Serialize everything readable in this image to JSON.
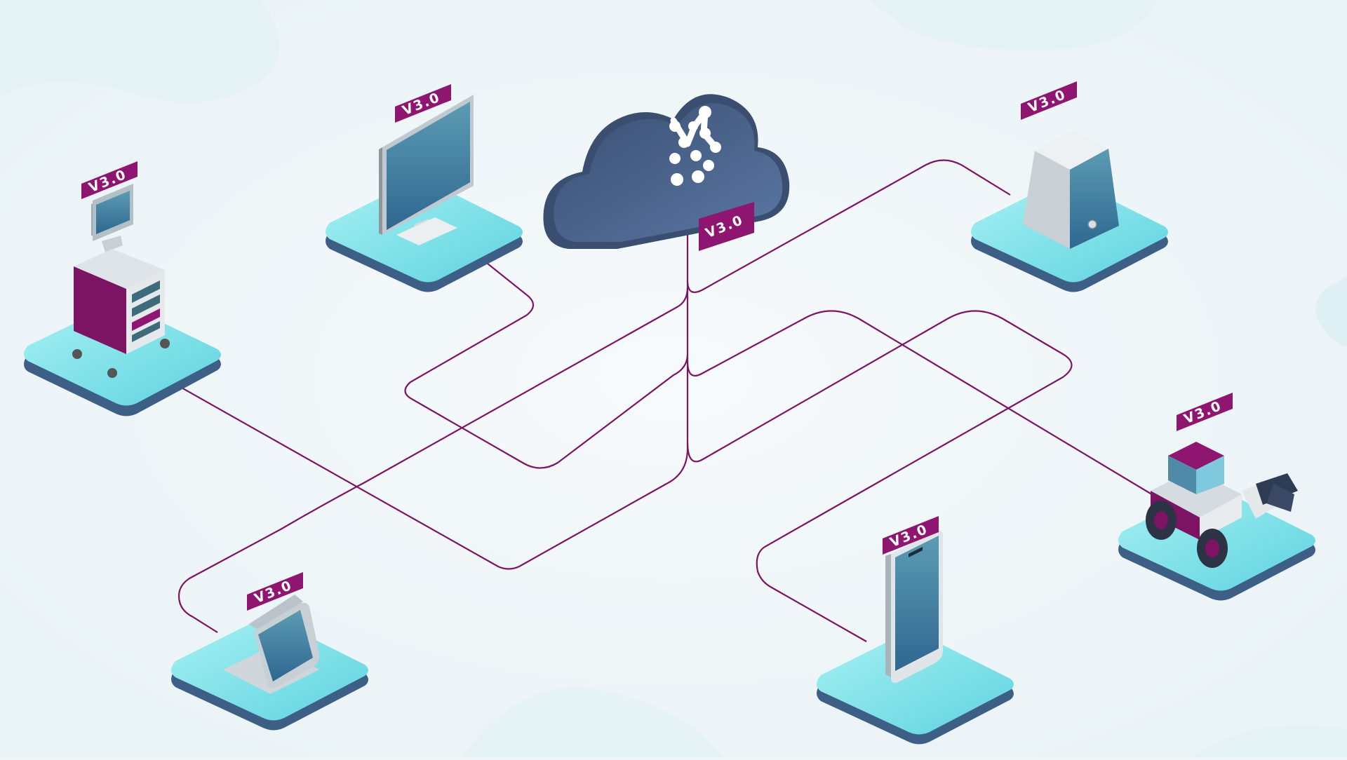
{
  "diagram": {
    "hub": {
      "name": "cloud",
      "logo_icon": "network-dots-logo-icon",
      "version": "V3.0"
    },
    "devices": [
      {
        "name": "medical-cart",
        "icon": "medical-cart-icon",
        "version": "V3.0"
      },
      {
        "name": "monitor",
        "icon": "monitor-icon",
        "version": "V3.0"
      },
      {
        "name": "server",
        "icon": "server-icon",
        "version": "V3.0"
      },
      {
        "name": "tractor",
        "icon": "tractor-icon",
        "version": "V3.0"
      },
      {
        "name": "smartphone",
        "icon": "smartphone-icon",
        "version": "V3.0"
      },
      {
        "name": "tablet-stand",
        "icon": "tablet-stand-icon",
        "version": "V3.0"
      }
    ],
    "colors": {
      "background": "#f1f7f9",
      "line": "#7d1363",
      "badge": "#8e1570",
      "platform_top": "#7fe0e8",
      "platform_side": "#3d5f86",
      "cloud": "#4a6289",
      "screen": "#4a89a8"
    }
  }
}
